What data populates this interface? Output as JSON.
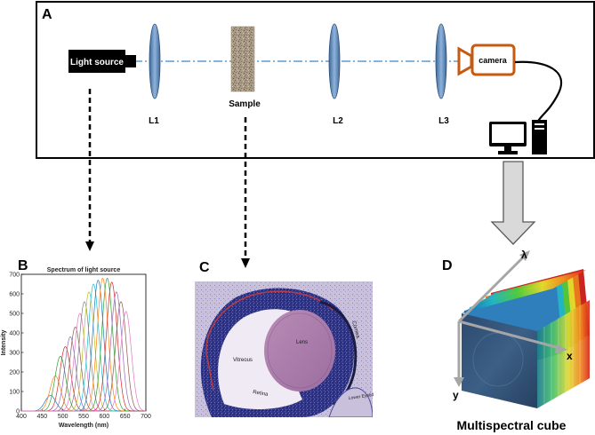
{
  "panels": {
    "a": "A",
    "b": "B",
    "c": "C",
    "d": "D"
  },
  "setup": {
    "light_source": "Light source",
    "sample": "Sample",
    "camera": "camera",
    "lenses": [
      "L1",
      "L2",
      "L3"
    ]
  },
  "spectrum_chart": {
    "title": "Spectrum of light source",
    "xlabel": "Wavelength (nm)",
    "ylabel": "Intensity",
    "x_ticks": [
      400,
      450,
      500,
      550,
      600,
      650,
      700
    ],
    "y_ticks": [
      0,
      100,
      200,
      300,
      400,
      500,
      600,
      700
    ]
  },
  "chart_data": {
    "type": "line",
    "title": "Spectrum of light source",
    "xlabel": "Wavelength (nm)",
    "ylabel": "Intensity",
    "xlim": [
      400,
      700
    ],
    "ylim": [
      0,
      700
    ],
    "grid": false,
    "series_shape": "gaussian bands",
    "band_width_nm": 13,
    "series": [
      {
        "center": 470,
        "peak": 80,
        "color": "#1f77b4"
      },
      {
        "center": 482,
        "peak": 180,
        "color": "#ff7f0e"
      },
      {
        "center": 494,
        "peak": 280,
        "color": "#2ca02c"
      },
      {
        "center": 506,
        "peak": 330,
        "color": "#d62728"
      },
      {
        "center": 518,
        "peak": 380,
        "color": "#9467bd"
      },
      {
        "center": 530,
        "peak": 430,
        "color": "#8c564b"
      },
      {
        "center": 541,
        "peak": 500,
        "color": "#e377c2"
      },
      {
        "center": 552,
        "peak": 560,
        "color": "#7f7f7f"
      },
      {
        "center": 563,
        "peak": 610,
        "color": "#bcbd22"
      },
      {
        "center": 574,
        "peak": 650,
        "color": "#17becf"
      },
      {
        "center": 585,
        "peak": 670,
        "color": "#1f77b4"
      },
      {
        "center": 596,
        "peak": 680,
        "color": "#ff7f0e"
      },
      {
        "center": 607,
        "peak": 680,
        "color": "#2ca02c"
      },
      {
        "center": 618,
        "peak": 660,
        "color": "#d62728"
      },
      {
        "center": 629,
        "peak": 610,
        "color": "#9467bd"
      },
      {
        "center": 640,
        "peak": 560,
        "color": "#8c564b"
      },
      {
        "center": 652,
        "peak": 510,
        "color": "#e377c2"
      }
    ]
  },
  "histology": {
    "labels": [
      "Cornea",
      "Lens",
      "Vitreous",
      "Retina",
      "Lower Eyelid"
    ]
  },
  "cube": {
    "lambda": "λ",
    "x": "x",
    "y": "y",
    "caption": "Multispectral cube"
  },
  "colors": {
    "lens": "#5b86b8",
    "optical_axis": "#5b9bd5",
    "camera": "#c55a11",
    "arrow_fill": "#d9d9d9",
    "stain_dark": "#3a3f8c",
    "stain_light": "#b8a6c9"
  },
  "icons": [
    "light-source-icon",
    "lens-icon",
    "sample-icon",
    "camera-icon",
    "computer-icon",
    "down-arrow-icon",
    "axis-arrow-icon"
  ]
}
